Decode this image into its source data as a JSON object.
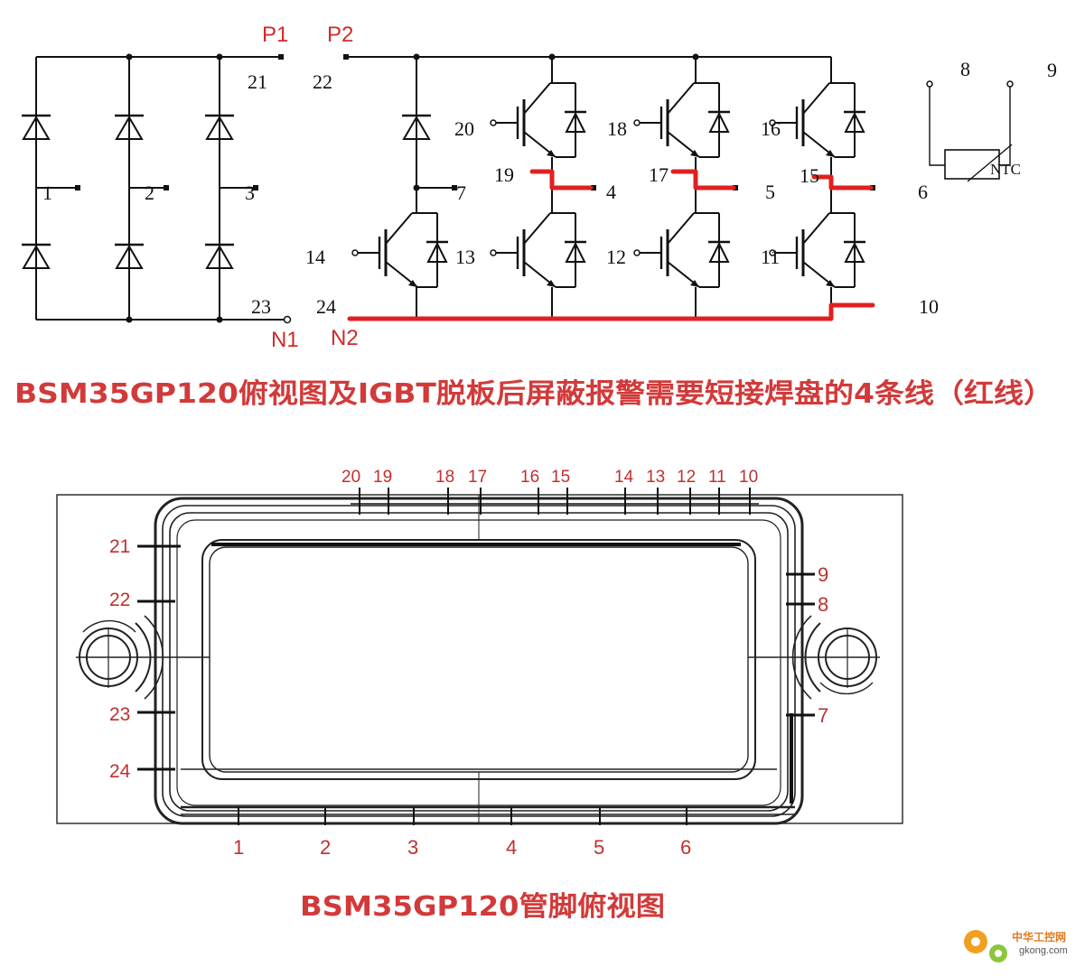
{
  "schematic": {
    "rail_labels": {
      "p1": "P1",
      "p2": "P2",
      "n1": "N1",
      "n2": "N2"
    },
    "terminal_numbers": {
      "t1": "1",
      "t2": "2",
      "t3": "3",
      "t4": "4",
      "t5": "5",
      "t6": "6",
      "t7": "7",
      "t8": "8",
      "t9": "9",
      "t10": "10",
      "t11": "11",
      "t12": "12",
      "t13": "13",
      "t14": "14",
      "t15": "15",
      "t16": "16",
      "t17": "17",
      "t18": "18",
      "t19": "19",
      "t20": "20",
      "t21": "21",
      "t22": "22",
      "t23": "23",
      "t24": "24"
    },
    "ntc_label": "NTC",
    "caption": "BSM35GP120俯视图及IGBT脱板后屏蔽报警需要短接焊盘的4条线（红线）"
  },
  "package": {
    "top_pins": [
      "20",
      "19",
      "18",
      "17",
      "16",
      "15",
      "14",
      "13",
      "12",
      "11",
      "10"
    ],
    "left_pins": [
      "21",
      "22",
      "23",
      "24"
    ],
    "right_pins": [
      "9",
      "8",
      "7"
    ],
    "bottom_pins": [
      "1",
      "2",
      "3",
      "4",
      "5",
      "6"
    ],
    "caption": "BSM35GP120管脚俯视图"
  },
  "watermark": {
    "name": "中华工控网",
    "url": "gkong.com"
  },
  "colors": {
    "accent_red": "#e02020",
    "label_red": "#d12a2a",
    "line": "#111111"
  }
}
